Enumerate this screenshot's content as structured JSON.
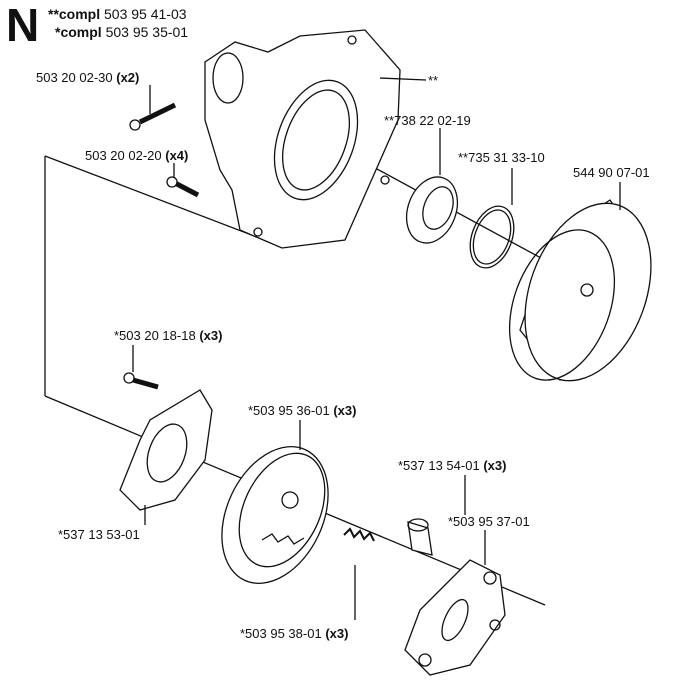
{
  "section_letter": "N",
  "assemblies": [
    {
      "prefix": "**compl",
      "number": "503 95 41-03"
    },
    {
      "prefix": "*compl",
      "number": "503 95 35-01"
    }
  ],
  "parts": [
    {
      "number": "503 20 02-30",
      "qty": "(x2)"
    },
    {
      "number": "503 20 02-20",
      "qty": "(x4)"
    },
    {
      "number": "**",
      "qty": ""
    },
    {
      "number": "**738 22 02-19",
      "qty": ""
    },
    {
      "number": "**735 31 33-10",
      "qty": ""
    },
    {
      "number": "544 90 07-01",
      "qty": ""
    },
    {
      "number": "*503 20 18-18",
      "qty": "(x3)"
    },
    {
      "number": "*503 95 36-01",
      "qty": "(x3)"
    },
    {
      "number": "*537 13 54-01",
      "qty": "(x3)"
    },
    {
      "number": "*503 95 37-01",
      "qty": ""
    },
    {
      "number": "*537 13 53-01",
      "qty": ""
    },
    {
      "number": "*503 95 38-01",
      "qty": "(x3)"
    }
  ]
}
